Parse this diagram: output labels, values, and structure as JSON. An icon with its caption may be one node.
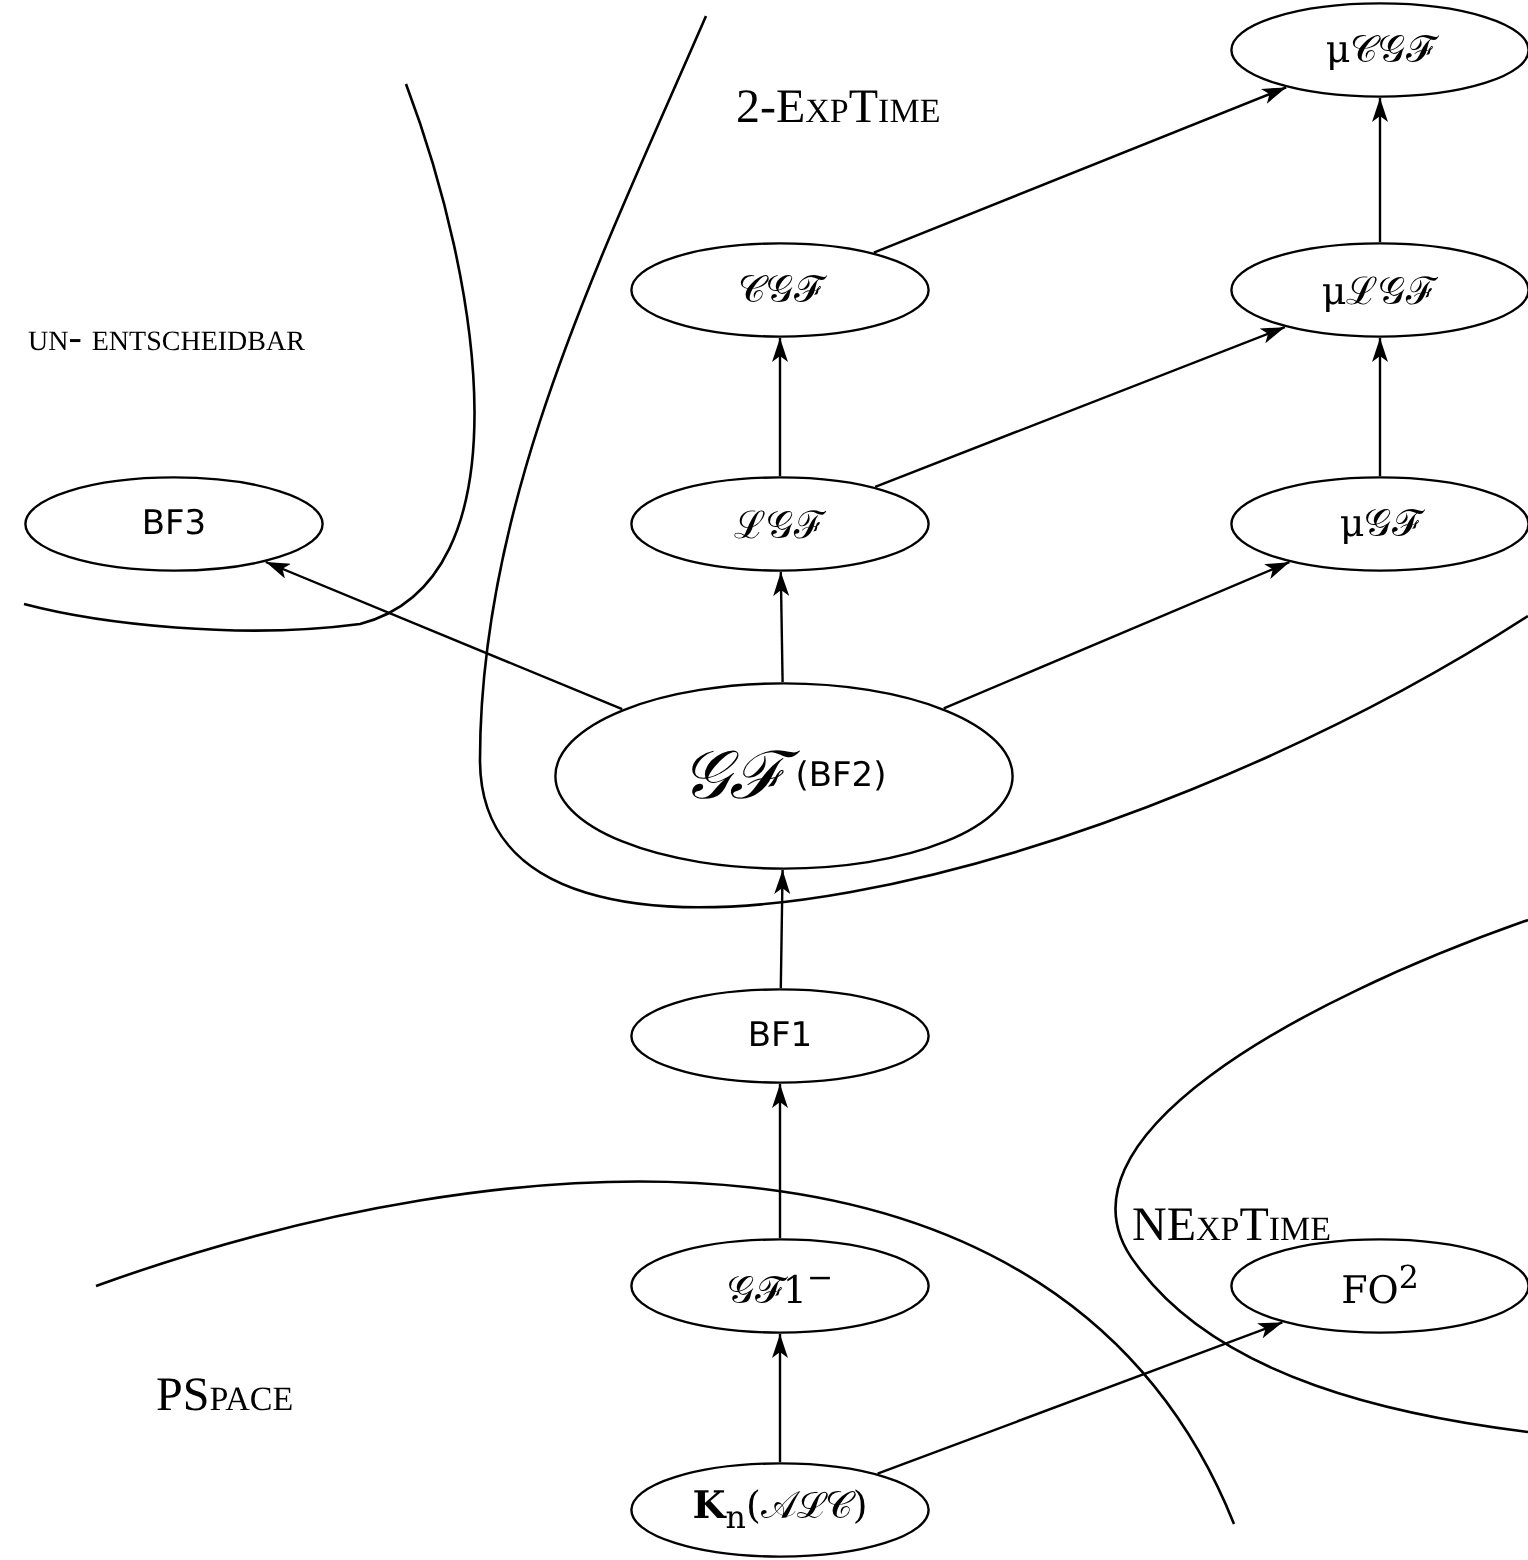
{
  "diagram": {
    "nodes": [
      {
        "text": [
          "μ𝒞𝒢ℱ"
        ]
      },
      {
        "text": [
          "𝒞𝒢ℱ"
        ]
      },
      {
        "text": [
          "μℒ𝒢ℱ"
        ]
      },
      {
        "text": [
          "BF3"
        ]
      },
      {
        "text": [
          "ℒ𝒢ℱ"
        ]
      },
      {
        "text": [
          "μ𝒢ℱ"
        ]
      },
      {
        "text": [
          "𝒢ℱ",
          "(BF2)"
        ]
      },
      {
        "text": [
          "BF1"
        ]
      },
      {
        "text": [
          "𝒢ℱ1$^{−}$"
        ]
      },
      {
        "text": [
          "FO$^{2}$"
        ]
      },
      {
        "text": [
          "**K**$_{n}$(𝒜ℒ𝒞)"
        ]
      }
    ],
    "edges": [
      {
        "from": 1,
        "to": 0,
        "arrow": "to"
      },
      {
        "from": 2,
        "to": 0,
        "arrow": "to"
      },
      {
        "from": 4,
        "to": 1,
        "arrow": "to"
      },
      {
        "from": 4,
        "to": 2,
        "arrow": "to"
      },
      {
        "from": 5,
        "to": 2,
        "arrow": "to"
      },
      {
        "from": 6,
        "to": 3,
        "arrow": "to"
      },
      {
        "from": 6,
        "to": 4,
        "arrow": "to"
      },
      {
        "from": 6,
        "to": 5,
        "arrow": "to"
      },
      {
        "from": 7,
        "to": 6,
        "arrow": "to"
      },
      {
        "from": 8,
        "to": 7,
        "arrow": "to"
      },
      {
        "from": 10,
        "to": 8,
        "arrow": "to"
      },
      {
        "from": 10,
        "to": 9,
        "arrow": "to"
      }
    ],
    "labels": [
      "2-ExpTime",
      "un- entscheidbar",
      "NExpTime",
      "PSpace"
    ]
  }
}
